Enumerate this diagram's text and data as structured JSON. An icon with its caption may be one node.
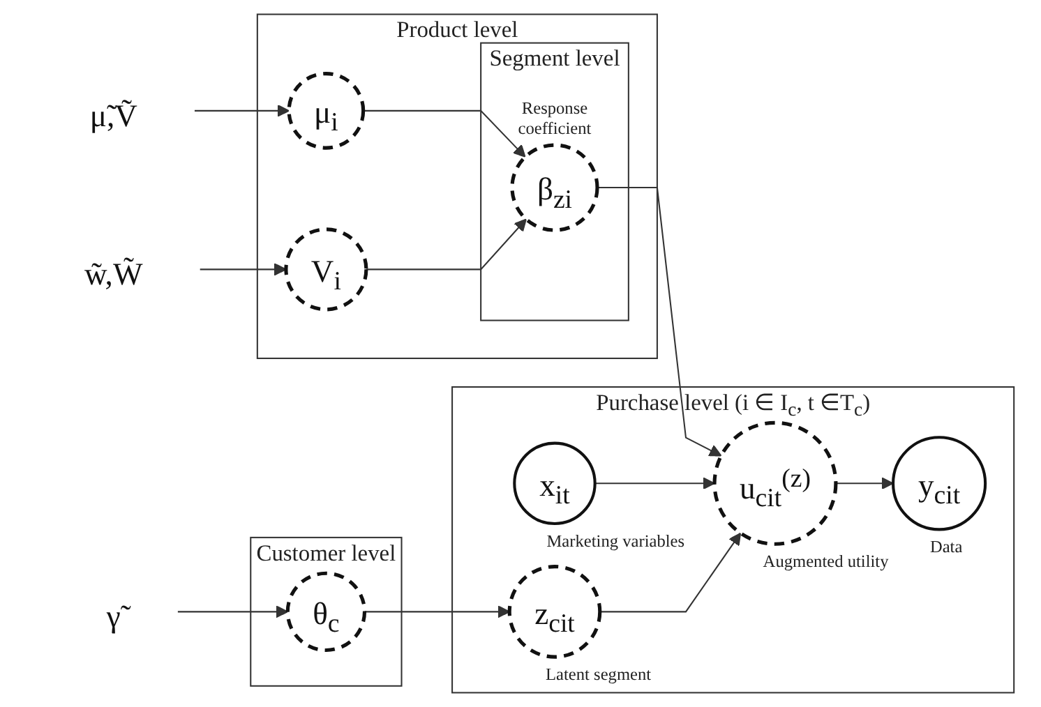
{
  "diagram": {
    "nodes": [
      {
        "text": [
          "Product level"
        ]
      },
      {
        "text": [
          "Segment level"
        ],
        "in": 0
      },
      {
        "text": [
          "μ̃,Ṽ"
        ]
      },
      {
        "text": [
          "μ$_{i}$"
        ],
        "in": 0
      },
      {
        "text": [
          "β$_{zi}$"
        ],
        "in": 1,
        "beside": [
          "Response coefficient"
        ]
      },
      {
        "text": [
          "w̃,W̃"
        ]
      },
      {
        "text": [
          "V$_{i}$"
        ],
        "in": 0
      },
      {
        "text": [
          "Purchase level (i ∈ I$_{c}$, t ∈T$_{c}$)"
        ]
      },
      {
        "text": [
          "x$_{it}$"
        ],
        "in": 7,
        "beside": [
          "Marketing variables"
        ]
      },
      {
        "text": [
          "Customer level"
        ]
      },
      {
        "text": [
          "γ̃"
        ]
      },
      {
        "text": [
          "θ$_{c}$"
        ],
        "in": 9
      },
      {
        "text": [
          "z$_{cit}$"
        ],
        "in": 7,
        "beside": [
          "Latent segment"
        ]
      },
      {
        "text": [
          "u$_{cit}$$^{(z)}$"
        ],
        "in": 7,
        "beside": [
          "Augmented utility"
        ]
      },
      {
        "text": [
          "y$_{cit}$"
        ],
        "in": 7,
        "beside": [
          "Data"
        ]
      }
    ],
    "edges": [
      {
        "from": 2,
        "to": 3,
        "arrow": "to"
      },
      {
        "from": 5,
        "to": 6,
        "arrow": "to"
      },
      {
        "from": 3,
        "to": 4,
        "arrow": "to"
      },
      {
        "from": 6,
        "to": 4,
        "arrow": "to"
      },
      {
        "from": 4,
        "to": 13,
        "arrow": "to"
      },
      {
        "from": 8,
        "to": 13,
        "arrow": "to"
      },
      {
        "from": 10,
        "to": 11,
        "arrow": "to"
      },
      {
        "from": 11,
        "to": 12,
        "arrow": "to"
      },
      {
        "from": 12,
        "to": 13,
        "arrow": "to"
      },
      {
        "from": 13,
        "to": 14,
        "arrow": "to"
      }
    ]
  }
}
